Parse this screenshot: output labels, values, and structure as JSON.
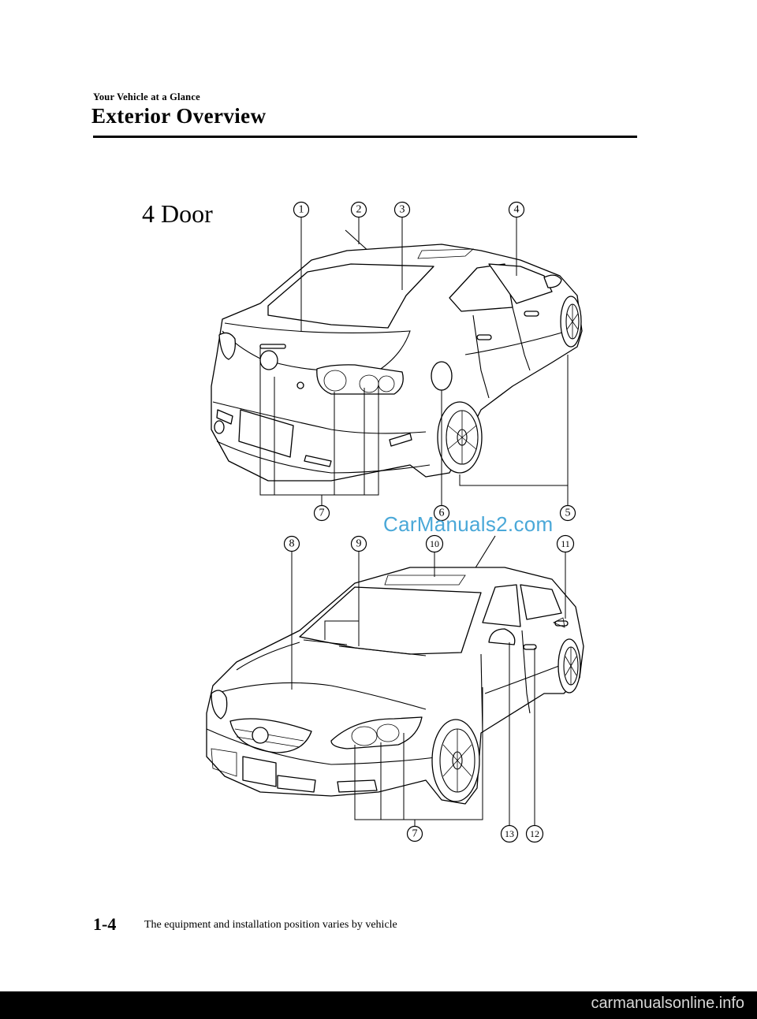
{
  "header": {
    "section": "Your Vehicle at a Glance",
    "title": "Exterior Overview"
  },
  "figure": {
    "variant_label": "4 Door",
    "rear_view_callouts": [
      "①",
      "②",
      "③",
      "④",
      "⑤",
      "⑥",
      "⑦"
    ],
    "front_view_callouts": [
      "⑧",
      "⑨",
      "⑩",
      "⑪",
      "⑦",
      "⑬",
      "⑫"
    ]
  },
  "watermark_site": "CarManuals2.com",
  "footer": {
    "page_number": "1-4",
    "note": "The equipment and installation position varies by vehicle",
    "watermark": "carmanualsonline.info"
  }
}
